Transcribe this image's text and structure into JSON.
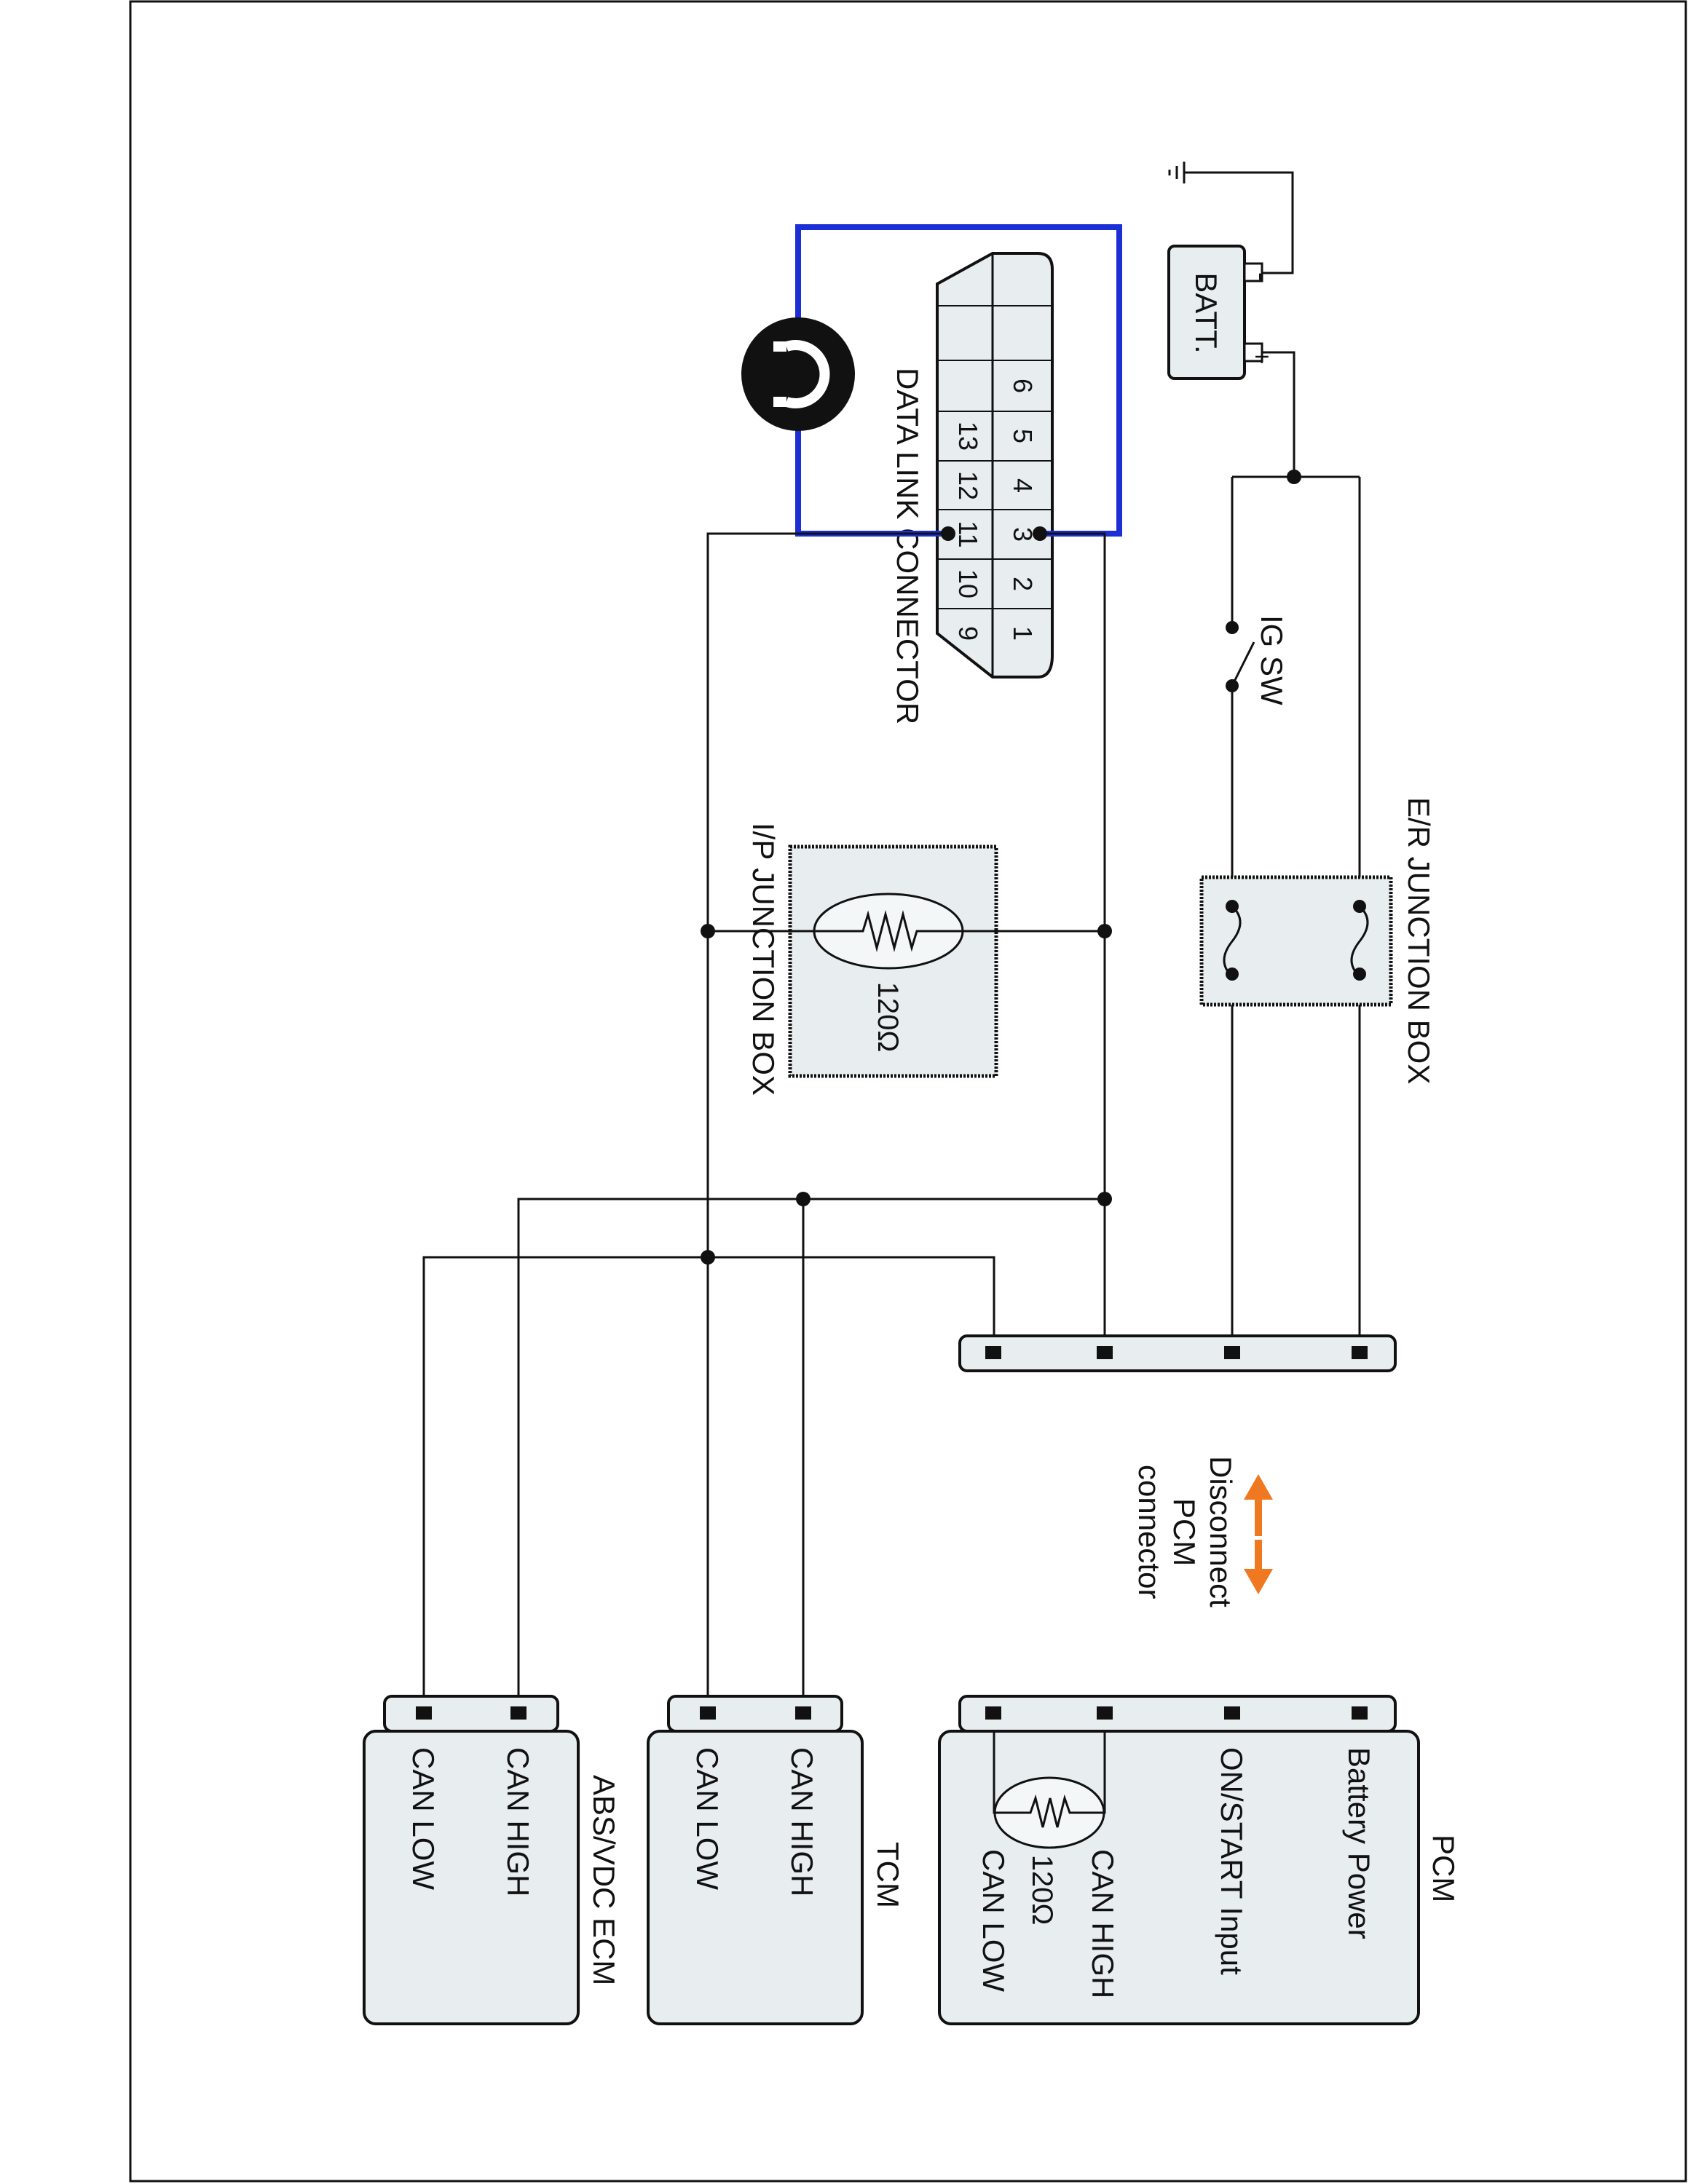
{
  "labels": {
    "batt": "BATT.",
    "ig_sw": "IG SW",
    "er_junction_box": "E/R JUNCTION BOX",
    "ip_junction_box": "I/P JUNCTION BOX",
    "data_link_connector": "DATA LINK CONNECTOR",
    "resistor_ip": "120Ω",
    "resistor_pcm": "120Ω",
    "disconnect_line1": "Disconnect",
    "disconnect_line2": "PCM",
    "disconnect_line3": "connector",
    "batt_plus": "+",
    "batt_minus": "-"
  },
  "dlc_pins": {
    "top_row": [
      "6",
      "5",
      "4",
      "3",
      "2",
      "1"
    ],
    "bottom_row": [
      "13",
      "12",
      "11",
      "10",
      "9"
    ]
  },
  "modules": {
    "pcm": {
      "title": "PCM",
      "pins": [
        "Battery Power",
        "ON/START Input",
        "CAN HIGH",
        "CAN LOW"
      ]
    },
    "tcm": {
      "title": "TCM",
      "pins": [
        "CAN HIGH",
        "CAN LOW"
      ]
    },
    "abs": {
      "title": "ABS/VDC ECM",
      "pins": [
        "CAN HIGH",
        "CAN LOW"
      ]
    }
  },
  "colors": {
    "wire": "#111111",
    "box_fill": "#e8eef0",
    "scan_tool_wire": "#1c2fd6",
    "disconnect_arrow": "#f07820",
    "scan_tool_icon": "#111111"
  },
  "icons": {
    "scan_tool": "omega-scan-tool-icon",
    "ground": "ground-icon",
    "resistor": "resistor-icon",
    "fuse": "fuse-icon"
  }
}
